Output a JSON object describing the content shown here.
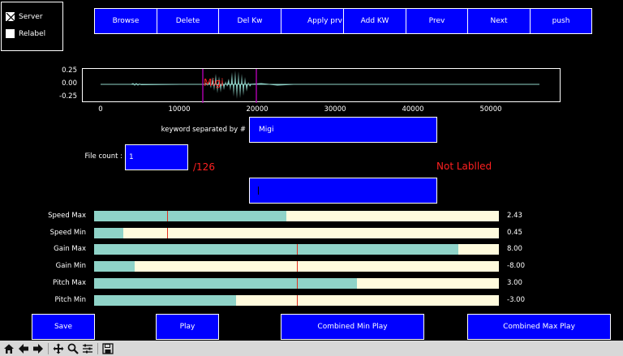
{
  "checks": {
    "server_label": "Server",
    "relabel_label": "Relabel"
  },
  "top_buttons": [
    {
      "label": "Browse"
    },
    {
      "label": "Delete"
    },
    {
      "label": "Del Kw"
    },
    {
      "label": "Apply prv"
    },
    {
      "label": "Add KW"
    },
    {
      "label": "Prev"
    },
    {
      "label": "Next"
    },
    {
      "label": "push"
    }
  ],
  "waveform": {
    "yticks": [
      "0.25",
      "0.00",
      "-0.25"
    ],
    "xticks": [
      "0",
      "10000",
      "20000",
      "30000",
      "40000",
      "50000"
    ],
    "keyword_label": "Migi",
    "colors": {
      "wave": "#8fd3c8",
      "marker": "#c000c0",
      "label": "#ff2020"
    }
  },
  "keyword": {
    "label": "keyword separated by #",
    "value": "Migi"
  },
  "file_count": {
    "label": "File count :",
    "value": "1",
    "total": "/126",
    "status": "Not Lablled"
  },
  "comment_box": {
    "value": ""
  },
  "sliders": [
    {
      "label": "Speed Max",
      "value": "2.43",
      "fill": 0.475,
      "marker": 0.18
    },
    {
      "label": "Speed Min",
      "value": "0.45",
      "fill": 0.072,
      "marker": 0.18
    },
    {
      "label": "Gain Max",
      "value": "8.00",
      "fill": 0.9,
      "marker": 0.5
    },
    {
      "label": "Gain Min",
      "value": "-8.00",
      "fill": 0.1,
      "marker": 0.5
    },
    {
      "label": "Pitch Max",
      "value": "3.00",
      "fill": 0.65,
      "marker": 0.5
    },
    {
      "label": "Pitch Min",
      "value": "-3.00",
      "fill": 0.35,
      "marker": 0.5
    }
  ],
  "bottom_buttons": {
    "save": "Save",
    "play": "Play",
    "combined_min": "Combined Min Play",
    "combined_max": "Combined Max Play"
  },
  "toolbar_icons": [
    "home-icon",
    "back-arrow-icon",
    "forward-arrow-icon",
    "pan-icon",
    "zoom-icon",
    "configure-icon",
    "save-icon"
  ]
}
